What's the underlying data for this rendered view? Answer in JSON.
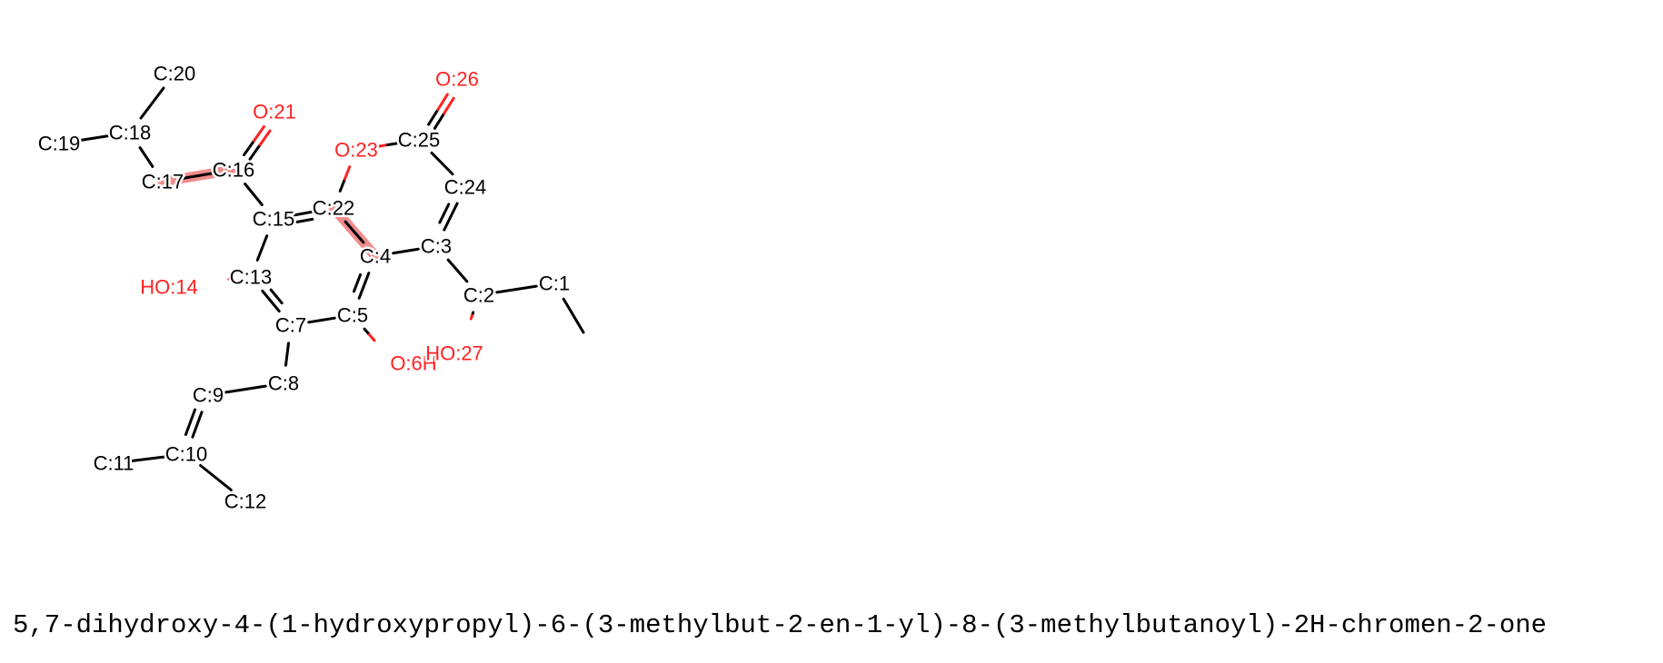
{
  "colors": {
    "carbon": "#000000",
    "oxygen": "#ff2222",
    "highlight": "#f08080",
    "background": "#ffffff"
  },
  "caption": "5,7-dihydroxy-4-(1-hydroxypropyl)-6-(3-methylbut-2-en-1-yl)-8-(3-methylbutanoyl)-2H-chromen-2-one",
  "atoms": [
    {
      "id": "C:1",
      "label": "C:1",
      "element": "C"
    },
    {
      "id": "C:2",
      "label": "C:2",
      "element": "C"
    },
    {
      "id": "C:3",
      "label": "C:3",
      "element": "C"
    },
    {
      "id": "C:4",
      "label": "C:4",
      "element": "C"
    },
    {
      "id": "C:5",
      "label": "C:5",
      "element": "C"
    },
    {
      "id": "O:6",
      "label": "O:6H",
      "element": "O"
    },
    {
      "id": "C:7",
      "label": "C:7",
      "element": "C"
    },
    {
      "id": "C:8",
      "label": "C:8",
      "element": "C"
    },
    {
      "id": "C:9",
      "label": "C:9",
      "element": "C"
    },
    {
      "id": "C:10",
      "label": "C:10",
      "element": "C"
    },
    {
      "id": "C:11",
      "label": "C:11",
      "element": "C"
    },
    {
      "id": "C:12",
      "label": "C:12",
      "element": "C"
    },
    {
      "id": "C:13",
      "label": "C:13",
      "element": "C"
    },
    {
      "id": "O:14",
      "label": "HO:14",
      "element": "O"
    },
    {
      "id": "C:15",
      "label": "C:15",
      "element": "C"
    },
    {
      "id": "C:16",
      "label": "C:16",
      "element": "C"
    },
    {
      "id": "C:17",
      "label": "C:17",
      "element": "C"
    },
    {
      "id": "C:18",
      "label": "C:18",
      "element": "C"
    },
    {
      "id": "C:19",
      "label": "C:19",
      "element": "C"
    },
    {
      "id": "C:20",
      "label": "C:20",
      "element": "C"
    },
    {
      "id": "O:21",
      "label": "O:21",
      "element": "O"
    },
    {
      "id": "C:22",
      "label": "C:22",
      "element": "C"
    },
    {
      "id": "O:23",
      "label": "O:23",
      "element": "O"
    },
    {
      "id": "C:24",
      "label": "C:24",
      "element": "C"
    },
    {
      "id": "C:25",
      "label": "C:25",
      "element": "C"
    },
    {
      "id": "O:26",
      "label": "O:26",
      "element": "O"
    },
    {
      "id": "O:27",
      "label": "HO:27",
      "element": "O"
    }
  ],
  "bonds": [
    {
      "a": "C:1",
      "b": "C:2",
      "order": 1
    },
    {
      "a": "C:2",
      "b": "C:3",
      "order": 1
    },
    {
      "a": "C:2",
      "b": "O:27",
      "order": 1
    },
    {
      "a": "C:3",
      "b": "C:4",
      "order": 1
    },
    {
      "a": "C:3",
      "b": "C:24",
      "order": 2
    },
    {
      "a": "C:4",
      "b": "C:5",
      "order": 2
    },
    {
      "a": "C:4",
      "b": "C:22",
      "order": 1,
      "highlight": true
    },
    {
      "a": "C:5",
      "b": "O:6",
      "order": 1
    },
    {
      "a": "C:5",
      "b": "C:7",
      "order": 1
    },
    {
      "a": "C:7",
      "b": "C:8",
      "order": 1
    },
    {
      "a": "C:7",
      "b": "C:13",
      "order": 2
    },
    {
      "a": "C:8",
      "b": "C:9",
      "order": 1
    },
    {
      "a": "C:9",
      "b": "C:10",
      "order": 2
    },
    {
      "a": "C:10",
      "b": "C:11",
      "order": 1
    },
    {
      "a": "C:10",
      "b": "C:12",
      "order": 1
    },
    {
      "a": "C:13",
      "b": "O:14",
      "order": 1
    },
    {
      "a": "C:13",
      "b": "C:15",
      "order": 1
    },
    {
      "a": "C:15",
      "b": "C:16",
      "order": 1
    },
    {
      "a": "C:15",
      "b": "C:22",
      "order": 2
    },
    {
      "a": "C:16",
      "b": "C:17",
      "order": 1,
      "highlight": true
    },
    {
      "a": "C:16",
      "b": "O:21",
      "order": 2
    },
    {
      "a": "C:17",
      "b": "C:18",
      "order": 1
    },
    {
      "a": "C:18",
      "b": "C:19",
      "order": 1
    },
    {
      "a": "C:18",
      "b": "C:20",
      "order": 1
    },
    {
      "a": "C:22",
      "b": "O:23",
      "order": 1
    },
    {
      "a": "O:23",
      "b": "C:25",
      "order": 1
    },
    {
      "a": "C:24",
      "b": "C:25",
      "order": 1
    },
    {
      "a": "C:25",
      "b": "O:26",
      "order": 2
    }
  ]
}
